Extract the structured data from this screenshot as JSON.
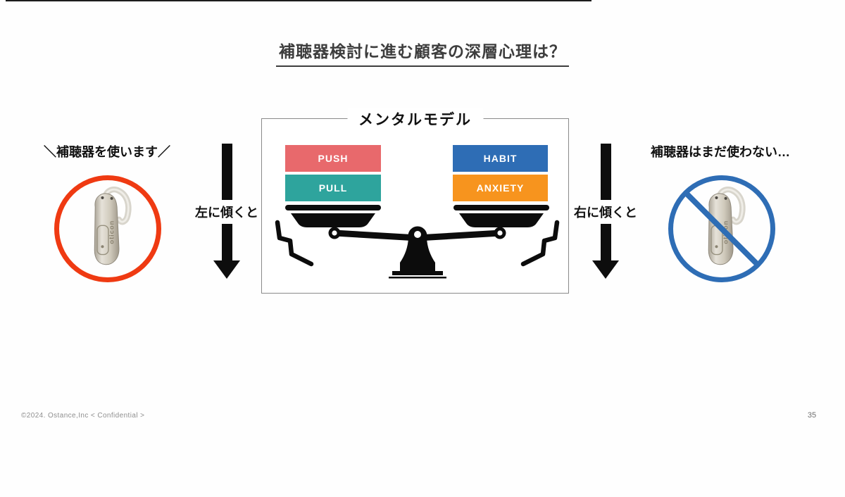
{
  "slide": {
    "title": "補聴器検討に進む顧客の深層心理は？",
    "footer": "©2024. Ostance,Inc < Confidential >",
    "page_number": "35"
  },
  "left_side": {
    "catchphrase": "＼補聴器を使います／",
    "arrow_label": "左に傾くと"
  },
  "right_side": {
    "catchphrase": "補聴器はまだ使わない…",
    "arrow_label": "右に傾くと"
  },
  "mental_model": {
    "title": "メンタルモデル",
    "left_weights": [
      "PUSH",
      "PULL"
    ],
    "right_weights": [
      "HABIT",
      "ANXIETY"
    ]
  },
  "hearing_aid_brand": "oticon",
  "colors": {
    "push": "#E8696C",
    "pull": "#2EA49D",
    "habit": "#2E6DB5",
    "anxiety": "#F7941E",
    "allow_circle": "#EF3A12",
    "deny_circle": "#2E6DB5"
  }
}
